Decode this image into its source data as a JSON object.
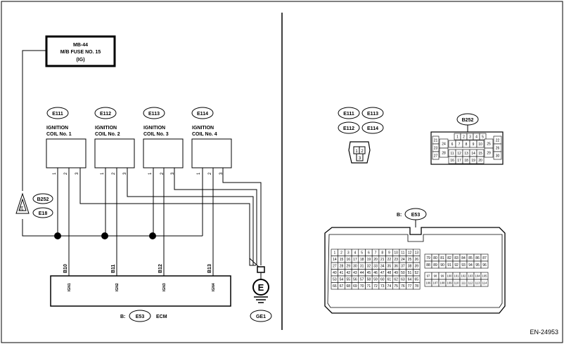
{
  "fuse": {
    "line1": "MB-44",
    "line2": "M/B FUSE NO. 15",
    "line3": "(IG)"
  },
  "coils": [
    {
      "connector": "E111",
      "line1": "IGNITION",
      "line2": "COIL No. 1",
      "pins": [
        "1",
        "2",
        "3"
      ]
    },
    {
      "connector": "E112",
      "line1": "IGNITION",
      "line2": "COIL No. 2",
      "pins": [
        "1",
        "2",
        "3"
      ]
    },
    {
      "connector": "E113",
      "line1": "IGNITION",
      "line2": "COIL No. 3",
      "pins": [
        "1",
        "2",
        "3"
      ]
    },
    {
      "connector": "E114",
      "line1": "IGNITION",
      "line2": "COIL No. 4",
      "pins": [
        "1",
        "2",
        "3"
      ]
    }
  ],
  "junction": {
    "connector_a": "B252",
    "connector_b": "E18",
    "pin": "24"
  },
  "ecm": {
    "pins": [
      {
        "terminal": "B10",
        "name": "IGN1"
      },
      {
        "terminal": "B11",
        "name": "IGN2"
      },
      {
        "terminal": "B12",
        "name": "IGN3"
      },
      {
        "terminal": "B13",
        "name": "IGN4"
      }
    ],
    "prefix": "B:",
    "connector": "E53",
    "name": "ECM"
  },
  "ground": {
    "symbol": "E",
    "label": "GE1"
  },
  "coil_connector": {
    "labels": [
      "E111",
      "E113",
      "E112",
      "E114"
    ],
    "pins": [
      "1",
      "2",
      "3"
    ]
  },
  "b252_view": {
    "label": "B252",
    "left": [
      "21",
      "23",
      "27"
    ],
    "left_inner": [
      "24",
      "28"
    ],
    "top_row": [
      "1",
      "2",
      "3",
      "4",
      "5"
    ],
    "row2": [
      "6",
      "7",
      "8",
      "9",
      "10"
    ],
    "row3": [
      "11",
      "12",
      "13",
      "14",
      "15"
    ],
    "row4": [
      "16",
      "17",
      "18",
      "19",
      "20"
    ],
    "right_inner": [
      "25",
      "29"
    ],
    "right": [
      "22",
      "26",
      "30"
    ]
  },
  "e53_view": {
    "prefix": "B:",
    "label": "E53",
    "left_rows": [
      [
        "1",
        "2",
        "3",
        "4",
        "5",
        "6",
        "7",
        "8",
        "9",
        "10",
        "11",
        "12",
        "13"
      ],
      [
        "14",
        "15",
        "16",
        "17",
        "18",
        "19",
        "20",
        "21",
        "22",
        "23",
        "24",
        "25",
        "26"
      ],
      [
        "27",
        "28",
        "29",
        "30",
        "31",
        "32",
        "33",
        "34",
        "35",
        "36",
        "37",
        "38",
        "39"
      ],
      [
        "40",
        "41",
        "42",
        "43",
        "44",
        "45",
        "46",
        "47",
        "48",
        "49",
        "50",
        "51",
        "52"
      ],
      [
        "53",
        "54",
        "55",
        "56",
        "57",
        "58",
        "59",
        "60",
        "61",
        "62",
        "63",
        "64",
        "65"
      ],
      [
        "66",
        "67",
        "68",
        "69",
        "70",
        "71",
        "72",
        "73",
        "74",
        "75",
        "76",
        "77",
        "78"
      ]
    ],
    "right_top": [
      [
        "79",
        "80",
        "81",
        "82",
        "83",
        "84",
        "85",
        "86",
        "87"
      ],
      [
        "88",
        "89",
        "90",
        "91",
        "92",
        "93",
        "94",
        "95",
        "96"
      ]
    ],
    "right_bottom": [
      [
        "97",
        "98",
        "99",
        "100",
        "101",
        "102",
        "103",
        "104",
        "105"
      ],
      [
        "106",
        "107",
        "108",
        "109",
        "110",
        "111",
        "112",
        "113",
        "114"
      ]
    ]
  },
  "figure_id": "EN-24953"
}
